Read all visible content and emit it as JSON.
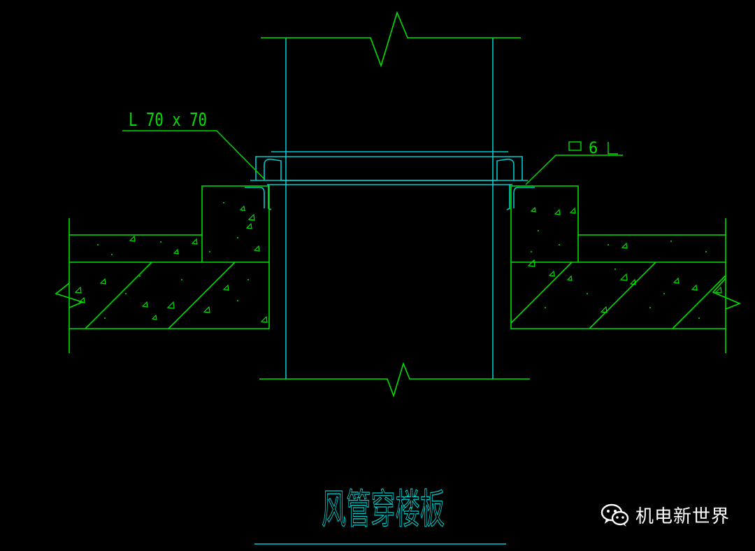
{
  "labels": {
    "angle_steel": "L 70 x 70",
    "weld_size": "6",
    "title": "风管穿楼板"
  },
  "watermark": {
    "text": "机电新世界",
    "icon": "wechat-icon"
  },
  "colors": {
    "background": "#000000",
    "green": "#00e000",
    "cyan": "#00cccc",
    "white": "#ffffff"
  }
}
